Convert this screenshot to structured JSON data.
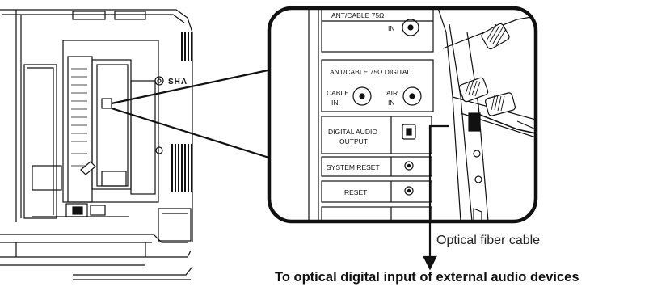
{
  "tv": {
    "brand_partial": "SHA"
  },
  "panel": {
    "top_label": "ANT/CABLE 75Ω",
    "top_jack": "IN",
    "digital_header": "ANT/CABLE 75Ω DIGITAL",
    "cable_in": [
      "CABLE",
      "IN"
    ],
    "air_in": [
      "AIR",
      "IN"
    ],
    "digital_audio": [
      "DIGITAL AUDIO",
      "OUTPUT"
    ],
    "system_reset": "SYSTEM RESET",
    "reset": "RESET"
  },
  "callouts": {
    "cable": "Optical fiber cable",
    "destination": "To optical digital input of external audio devices"
  }
}
